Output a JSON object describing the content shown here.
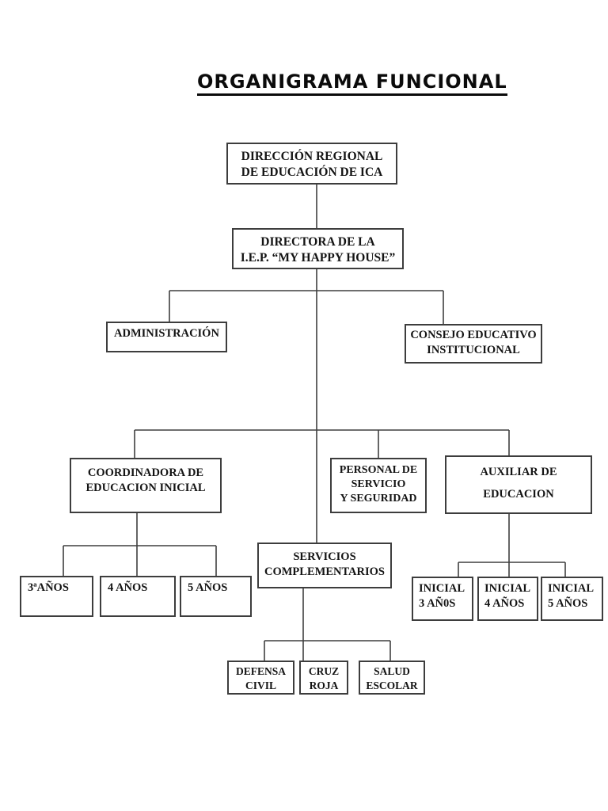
{
  "page": {
    "title": "ORGANIGRAMA FUNCIONAL"
  },
  "colors": {
    "background": "#ffffff",
    "box_border": "#3d3d3d",
    "connector_line": "#3f3f3f",
    "text": "#141414"
  },
  "nodes": {
    "direccion": {
      "lines": [
        "DIRECCIÓN REGIONAL",
        "DE EDUCACIÓN DE ICA"
      ]
    },
    "directora": {
      "lines": [
        "DIRECTORA DE LA",
        "I.E.P. “MY HAPPY HOUSE”"
      ]
    },
    "administracion": {
      "lines": [
        "ADMINISTRACIÓN"
      ]
    },
    "consejo": {
      "lines": [
        "CONSEJO EDUCATIVO",
        "INSTITUCIONAL"
      ]
    },
    "coordinadora": {
      "lines": [
        "COORDINADORA DE",
        "EDUCACION INICIAL"
      ]
    },
    "personal": {
      "lines": [
        "PERSONAL DE",
        "SERVICIO",
        "Y SEGURIDAD"
      ]
    },
    "auxiliar": {
      "lines": [
        "AUXILIAR DE",
        "EDUCACION"
      ]
    },
    "servicios": {
      "lines": [
        "SERVICIOS",
        "COMPLEMENTARIOS"
      ]
    },
    "anos3": {
      "lines": [
        "3ªAÑOS"
      ]
    },
    "anos4": {
      "lines": [
        "4 AÑOS"
      ]
    },
    "anos5": {
      "lines": [
        "5 AÑOS"
      ]
    },
    "inicial3": {
      "lines": [
        "INICIAL",
        "3 AÑ0S"
      ]
    },
    "inicial4": {
      "lines": [
        "INICIAL",
        "4 AÑOS"
      ]
    },
    "inicial5": {
      "lines": [
        "INICIAL",
        "5 AÑOS"
      ]
    },
    "defensa": {
      "lines": [
        "DEFENSA",
        "CIVIL"
      ]
    },
    "cruz": {
      "lines": [
        "CRUZ",
        "ROJA"
      ]
    },
    "salud": {
      "lines": [
        "SALUD",
        "ESCOLAR"
      ]
    }
  }
}
